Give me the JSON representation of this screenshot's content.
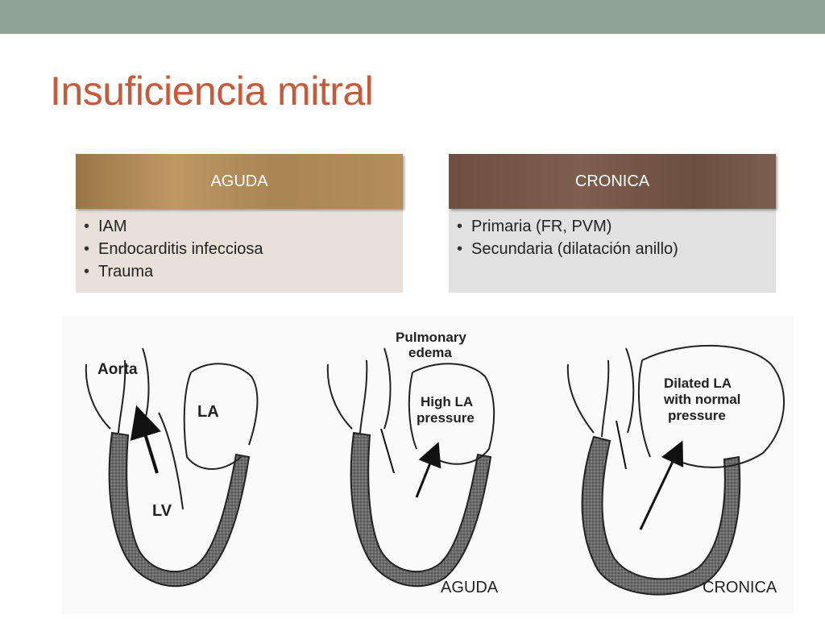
{
  "slide": {
    "title": "Insuficiencia mitral"
  },
  "cards": {
    "aguda": {
      "heading": "AGUDA",
      "items": [
        "IAM",
        "Endocarditis infecciosa",
        "Trauma"
      ]
    },
    "cronica": {
      "heading": "CRONICA",
      "items": [
        "Primaria (FR, PVM)",
        "Secundaria (dilatación anillo)"
      ]
    }
  },
  "diagram": {
    "normal": {
      "aorta": "Aorta",
      "la": "LA",
      "lv": "LV"
    },
    "aguda": {
      "edema_line1": "Pulmonary",
      "edema_line2": "edema",
      "pressure_line1": "High LA",
      "pressure_line2": "pressure",
      "caption": "AGUDA"
    },
    "cronica": {
      "la_line1": "Dilated LA",
      "la_line2": "with normal",
      "la_line3": "pressure",
      "caption": "CRONICA"
    }
  },
  "colors": {
    "topbar": "#8fa293",
    "title": "#c65a3b",
    "aguda_header": "#b08a58",
    "cronica_header": "#755747"
  }
}
